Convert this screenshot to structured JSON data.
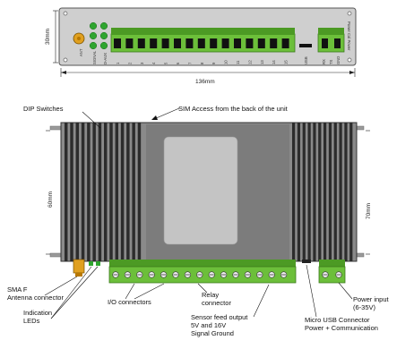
{
  "top_view": {
    "dim_height": "30mm",
    "dim_width": "136mm",
    "led_labels": [
      "SIGNAL",
      "D-AUX"
    ],
    "io_pin_labels": [
      "1",
      "2",
      "3",
      "4",
      "5",
      "6",
      "7",
      "8",
      "9",
      "10",
      "11",
      "12",
      "13",
      "14",
      "15"
    ],
    "connector_left_label": "",
    "connector_right_labels": [
      "RX",
      "TX",
      "GND"
    ],
    "side_label": "Power Cal Power",
    "sma_label": "ANT"
  },
  "front_view": {
    "dim_left": "60mm",
    "dim_right": "70mm"
  },
  "annotations": {
    "dip_switches": "DIP Switches",
    "sim_access": "SIM Access from the back of the unit",
    "sma": "SMA F\nAntenna connector",
    "leds": "Indication\nLEDs",
    "io_connectors": "I/O connectors",
    "relay": "Relay\nconnector",
    "sensor": "Sensor feed output\n5V and 16V\nSignal Ground",
    "usb": "Micro USB Connector\nPower + Communication",
    "power": "Power input\n(6-35V)"
  }
}
